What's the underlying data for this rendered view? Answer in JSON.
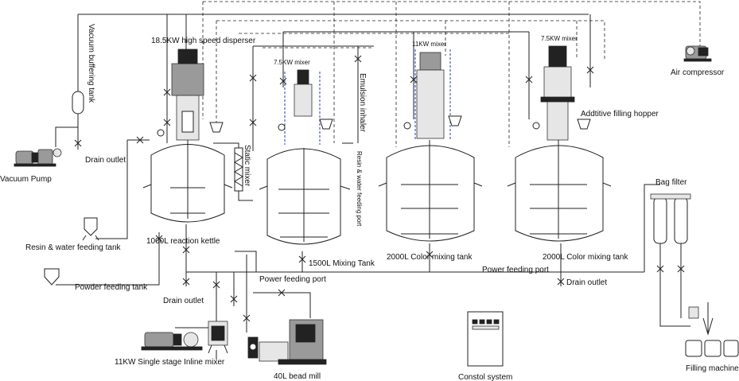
{
  "labels": {
    "vacuum_buffering_tank": "Vacuum buffering tank",
    "vacuum_pump": "Vacuum Pump",
    "drain_outlet_left": "Drain outlet",
    "disperser": "18.5KW high speed disperser",
    "reaction_kettle": "1000L reaction kettle",
    "resin_water_feeding_tank": "Resin & water feeding tank",
    "powder_feeding_tank": "Powder feeding tank",
    "drain_outlet_bottom": "Drain outlet",
    "static_mixer": "Static mixer",
    "mixer_7_5_a": "7.5KW mixer",
    "mixing_tank_1500": "1500L Mixing Tank",
    "power_feeding_port_left": "Power feeding port",
    "emulsion_inhaler": "Emulsion inhaler",
    "resin_water_feeding_port": "Resin & water feeding port",
    "mixer_11": "11KW mixer",
    "color_mixing_tank_a": "2000L Color mixing tank",
    "mixer_7_5_b": "7.5KW mixer",
    "additive_hopper": "Addtitive filling hopper",
    "color_mixing_tank_b": "2000L Color mixing tank",
    "power_feeding_port_right": "Power feeding port",
    "drain_outlet_right": "Drain outlet",
    "air_compressor": "Air compressor",
    "bag_filter": "Bag filter",
    "filling_machine": "Filling machine",
    "inline_mixer": "11KW Single stage Inline mixer",
    "bead_mill": "40L bead mill",
    "control_system": "Constol system"
  }
}
